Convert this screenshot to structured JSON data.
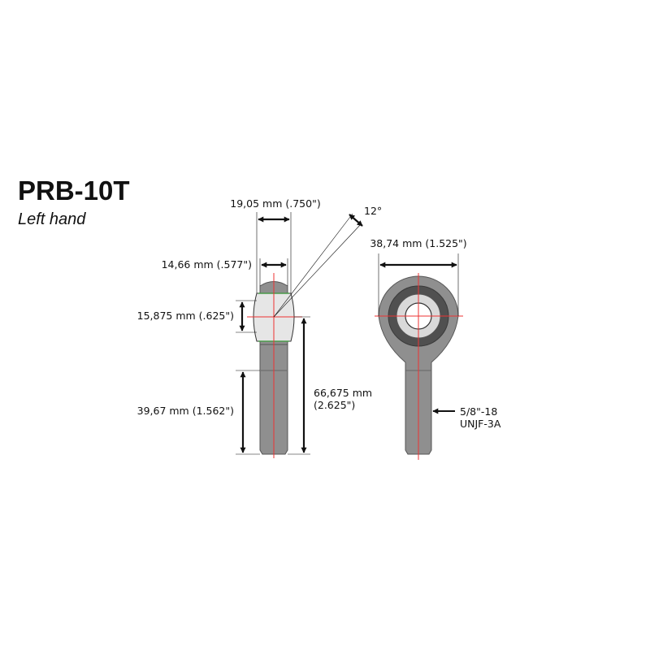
{
  "header": {
    "part_number": "PRB-10T",
    "variant": "Left hand"
  },
  "dimensions": {
    "ball_width": "19,05 mm (.750\")",
    "angle": "12°",
    "housing_width": "14,66 mm (.577\")",
    "bore": "15,875 mm (.625\")",
    "thread_length": "39,67 mm (1.562\")",
    "overall_length_mm": "66,675 mm",
    "overall_length_in": "(2.625\")",
    "head_diameter": "38,74 mm (1.525\")"
  },
  "thread_spec": {
    "line1": "5/8\"-18",
    "line2": "UNJF-3A"
  },
  "colors": {
    "body": "#8f8f8f",
    "body_outline": "#555555",
    "race": "#505050",
    "ball": "#e6e6e6",
    "centerline": "#ee3333",
    "dimension": "#111111"
  }
}
